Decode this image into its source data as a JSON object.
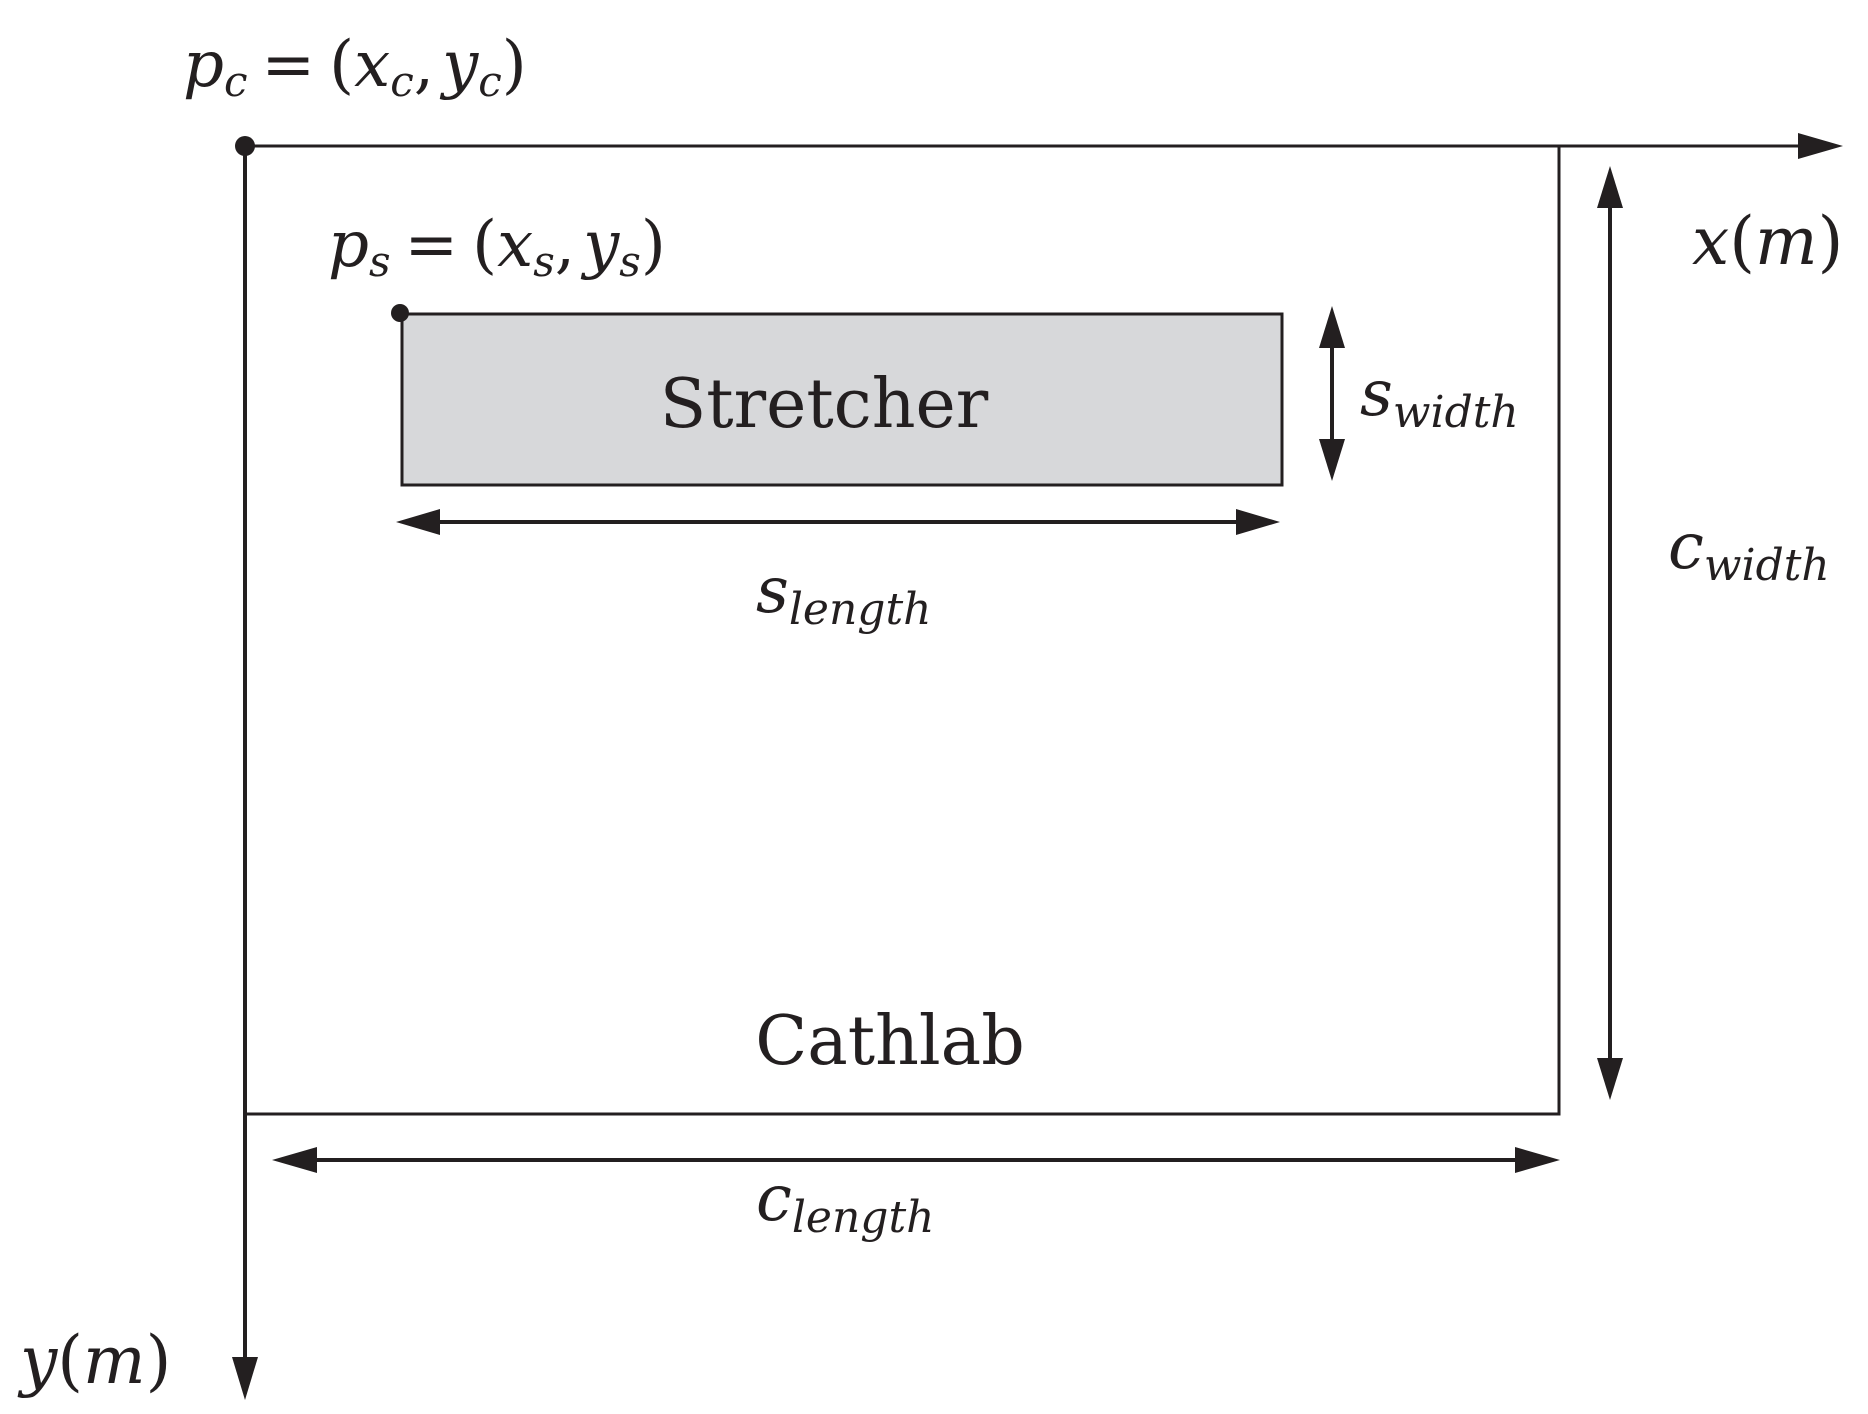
{
  "colors": {
    "ink": "#231f20",
    "stretcher_fill": "#d7d8da",
    "background": "#ffffff"
  },
  "cathlab": {
    "label": "Cathlab",
    "origin": {
      "symbol": "p",
      "symbol_sub": "c",
      "equals": "=",
      "open": "(",
      "x": "x",
      "x_sub": "c",
      "comma": ",",
      "y": "y",
      "y_sub": "c",
      "close": ")"
    },
    "width_label": {
      "base": "c",
      "sub": "width"
    },
    "length_label": {
      "base": "c",
      "sub": "length"
    }
  },
  "stretcher": {
    "label": "Stretcher",
    "origin": {
      "symbol": "p",
      "symbol_sub": "s",
      "equals": "=",
      "open": "(",
      "x": "x",
      "x_sub": "s",
      "comma": ",",
      "y": "y",
      "y_sub": "s",
      "close": ")"
    },
    "width_label": {
      "base": "s",
      "sub": "width"
    },
    "length_label": {
      "base": "s",
      "sub": "length"
    }
  },
  "axes": {
    "x": {
      "var": "x",
      "open": "(",
      "unit": "m",
      "close": ")"
    },
    "y": {
      "var": "y",
      "open": "(",
      "unit": "m",
      "close": ")"
    }
  }
}
